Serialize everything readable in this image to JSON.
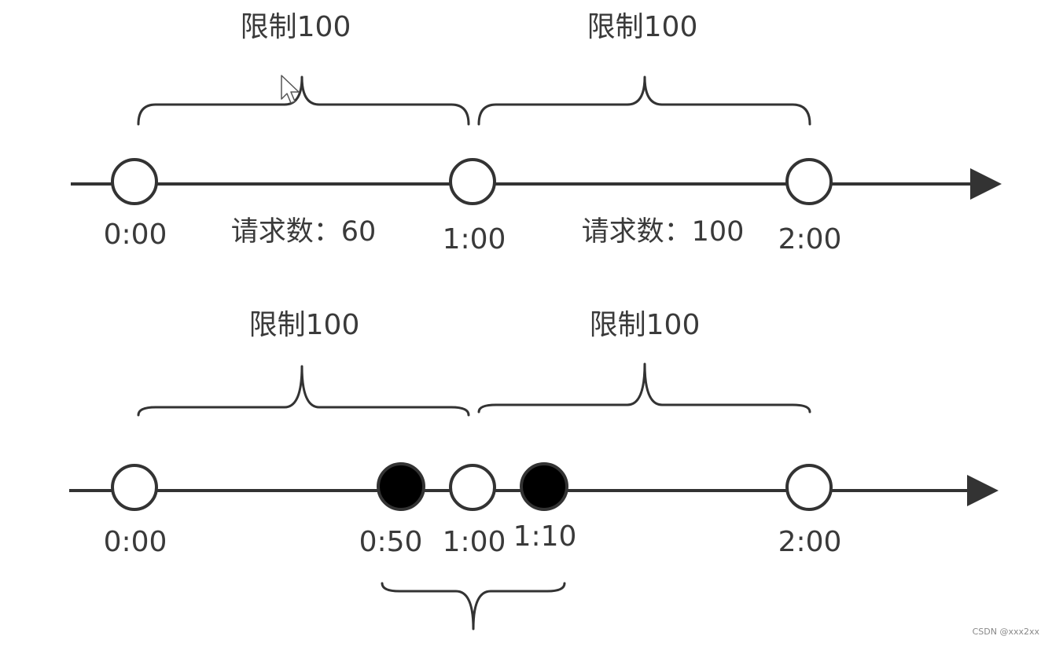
{
  "colors": {
    "line": "#333333",
    "text": "#3a3a3a",
    "open_circle_fill": "#ffffff",
    "filled_circle_fill": "#000000"
  },
  "top_diagram": {
    "window_1_label": "限制100",
    "window_2_label": "限制100",
    "ticks": [
      "0:00",
      "1:00",
      "2:00"
    ],
    "window_1_requests": "请求数：60",
    "window_2_requests": "请求数：100"
  },
  "bottom_diagram": {
    "window_1_label": "限制100",
    "window_2_label": "限制100",
    "ticks": [
      "0:00",
      "0:50",
      "1:00",
      "1:10",
      "2:00"
    ],
    "filled_points": [
      "0:50",
      "1:10"
    ]
  },
  "cursor_icon": "mouse-pointer-icon",
  "watermark": "CSDN @xxx2xx"
}
